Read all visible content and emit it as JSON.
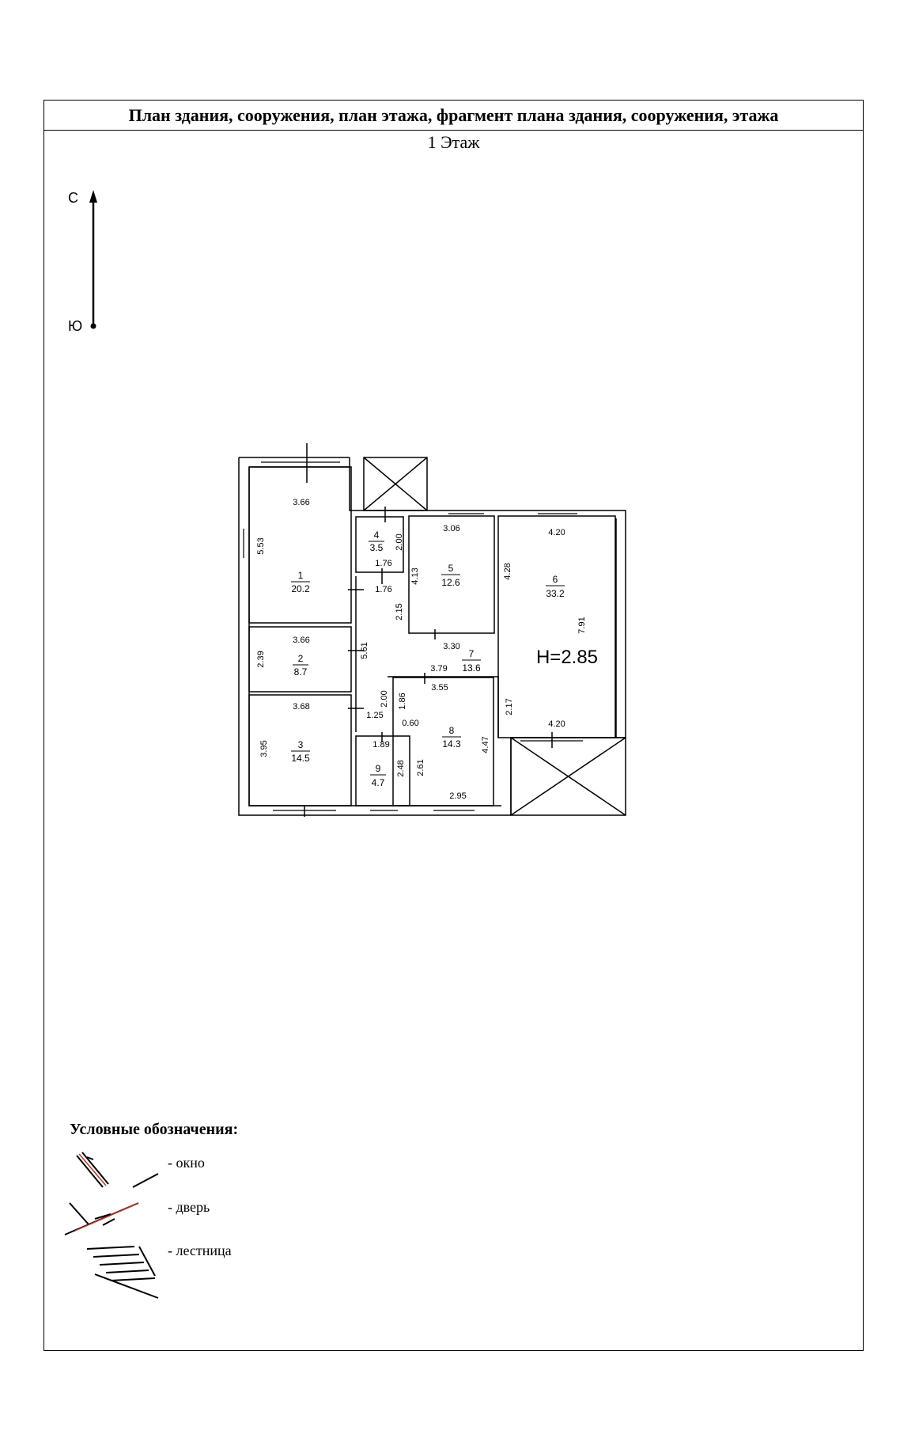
{
  "title": "План здания, сооружения, план этажа, фрагмент плана здания, сооружения, этажа",
  "floor": "1 Этаж",
  "compass": {
    "north": "С",
    "south": "Ю"
  },
  "height_label": "H=2.85",
  "rooms": [
    {
      "num": "1",
      "area": "20.2"
    },
    {
      "num": "2",
      "area": "8.7"
    },
    {
      "num": "3",
      "area": "14.5"
    },
    {
      "num": "4",
      "area": "3.5"
    },
    {
      "num": "5",
      "area": "12.6"
    },
    {
      "num": "6",
      "area": "33.2"
    },
    {
      "num": "7",
      "area": "13.6"
    },
    {
      "num": "8",
      "area": "14.3"
    },
    {
      "num": "9",
      "area": "4.7"
    }
  ],
  "dims": [
    "3.66",
    "5.53",
    "3.66",
    "2.39",
    "3.68",
    "3.95",
    "2.00",
    "1.76",
    "1.76",
    "3.06",
    "4.13",
    "2.15",
    "3.30",
    "4.20",
    "4.28",
    "7.91",
    "5.61",
    "3.79",
    "3.55",
    "2.00",
    "1.86",
    "1.25",
    "0.60",
    "1.89",
    "2.48",
    "2.61",
    "4.47",
    "2.95",
    "2.17",
    "4.20"
  ],
  "legend": {
    "title": "Условные обозначения:",
    "items": [
      "- окно",
      "- дверь",
      "- лестница"
    ]
  }
}
